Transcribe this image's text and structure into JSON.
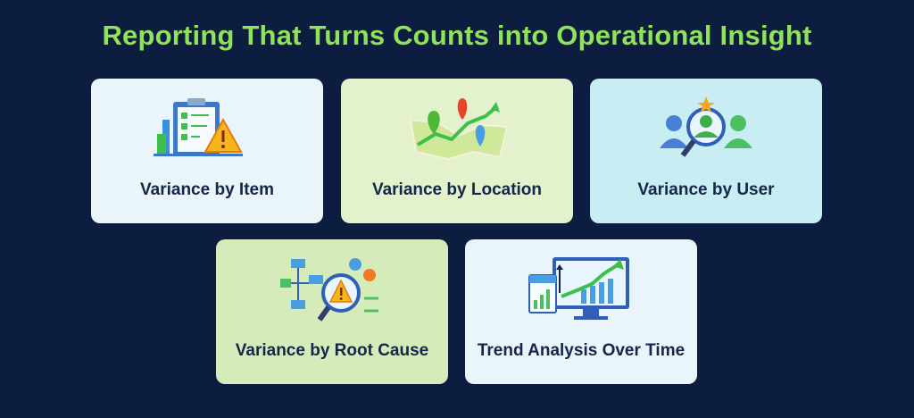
{
  "title": "Reporting That Turns Counts into Operational Insight",
  "cards": [
    {
      "label": "Variance by Item",
      "icon": "clipboard-warning-icon"
    },
    {
      "label": "Variance by Location",
      "icon": "map-pins-icon"
    },
    {
      "label": "Variance by User",
      "icon": "user-search-icon"
    },
    {
      "label": "Variance by Root Cause",
      "icon": "process-warning-icon"
    },
    {
      "label": "Trend Analysis Over Time",
      "icon": "trend-monitor-icon"
    }
  ],
  "colors": {
    "background": "#0c1d40",
    "title": "#8fe35a",
    "label": "#14264a"
  }
}
